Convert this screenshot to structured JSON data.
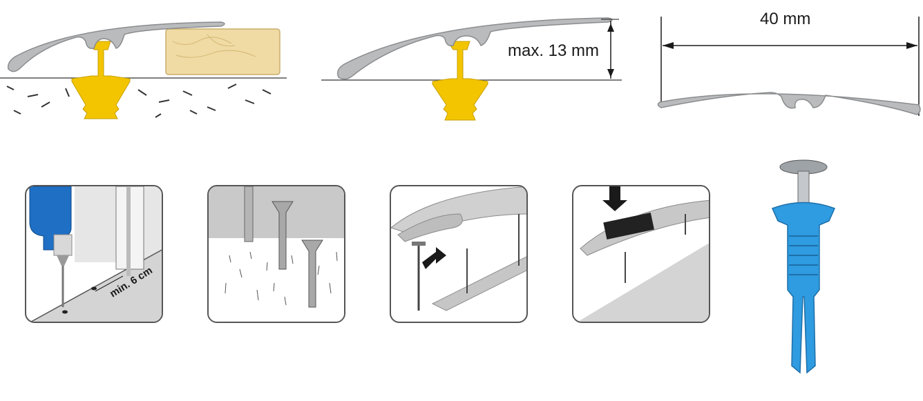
{
  "dimensions": {
    "height_label": "max. 13 mm",
    "width_label": "40 mm",
    "spacing_label": "min. 6 cm"
  },
  "colors": {
    "profile": "#b9bbbd",
    "profile_edge": "#8a8c8e",
    "dowel_yellow": "#f2c500",
    "wood": "#f0dba5",
    "anchor_blue": "#2f9be0",
    "drill_blue": "#1f6fc4"
  }
}
